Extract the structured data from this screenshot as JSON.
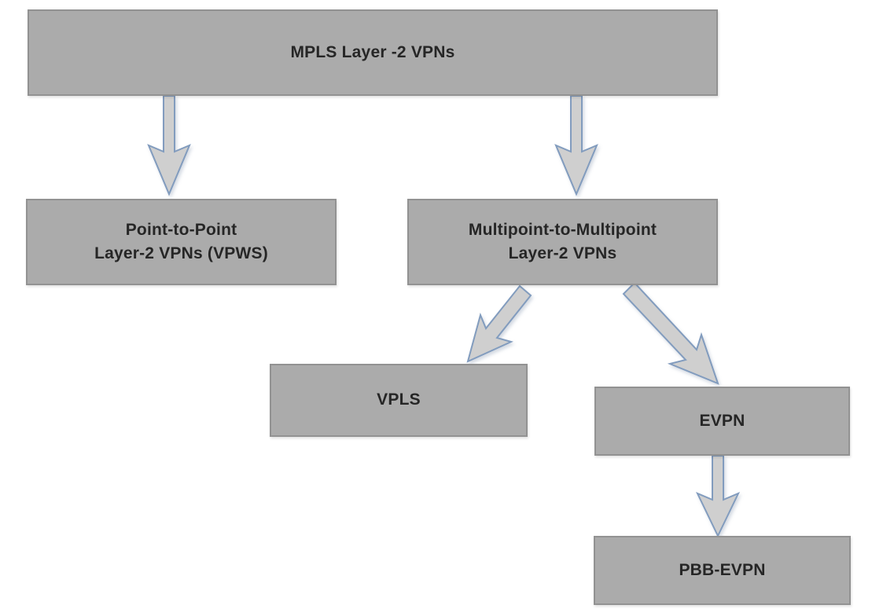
{
  "diagram": {
    "nodes": [
      {
        "id": "mpls",
        "label": "MPLS Layer -2 VPNs"
      },
      {
        "id": "p2p",
        "label": "Point-to-Point\nLayer-2 VPNs (VPWS)"
      },
      {
        "id": "mp2mp",
        "label": "Multipoint-to-Multipoint\nLayer-2 VPNs"
      },
      {
        "id": "vpls",
        "label": "VPLS"
      },
      {
        "id": "evpn",
        "label": "EVPN"
      },
      {
        "id": "pbb",
        "label": "PBB-EVPN"
      }
    ],
    "edges": [
      {
        "from": "mpls",
        "to": "p2p"
      },
      {
        "from": "mpls",
        "to": "mp2mp"
      },
      {
        "from": "mp2mp",
        "to": "vpls"
      },
      {
        "from": "mp2mp",
        "to": "evpn"
      },
      {
        "from": "evpn",
        "to": "pbb"
      }
    ],
    "colors": {
      "background": "#ffffff",
      "box_fill": "#ababab",
      "box_border": "#929292",
      "text": "#262626",
      "arrow_fill": "#cfcfcf",
      "arrow_stroke": "#829cbe"
    }
  }
}
